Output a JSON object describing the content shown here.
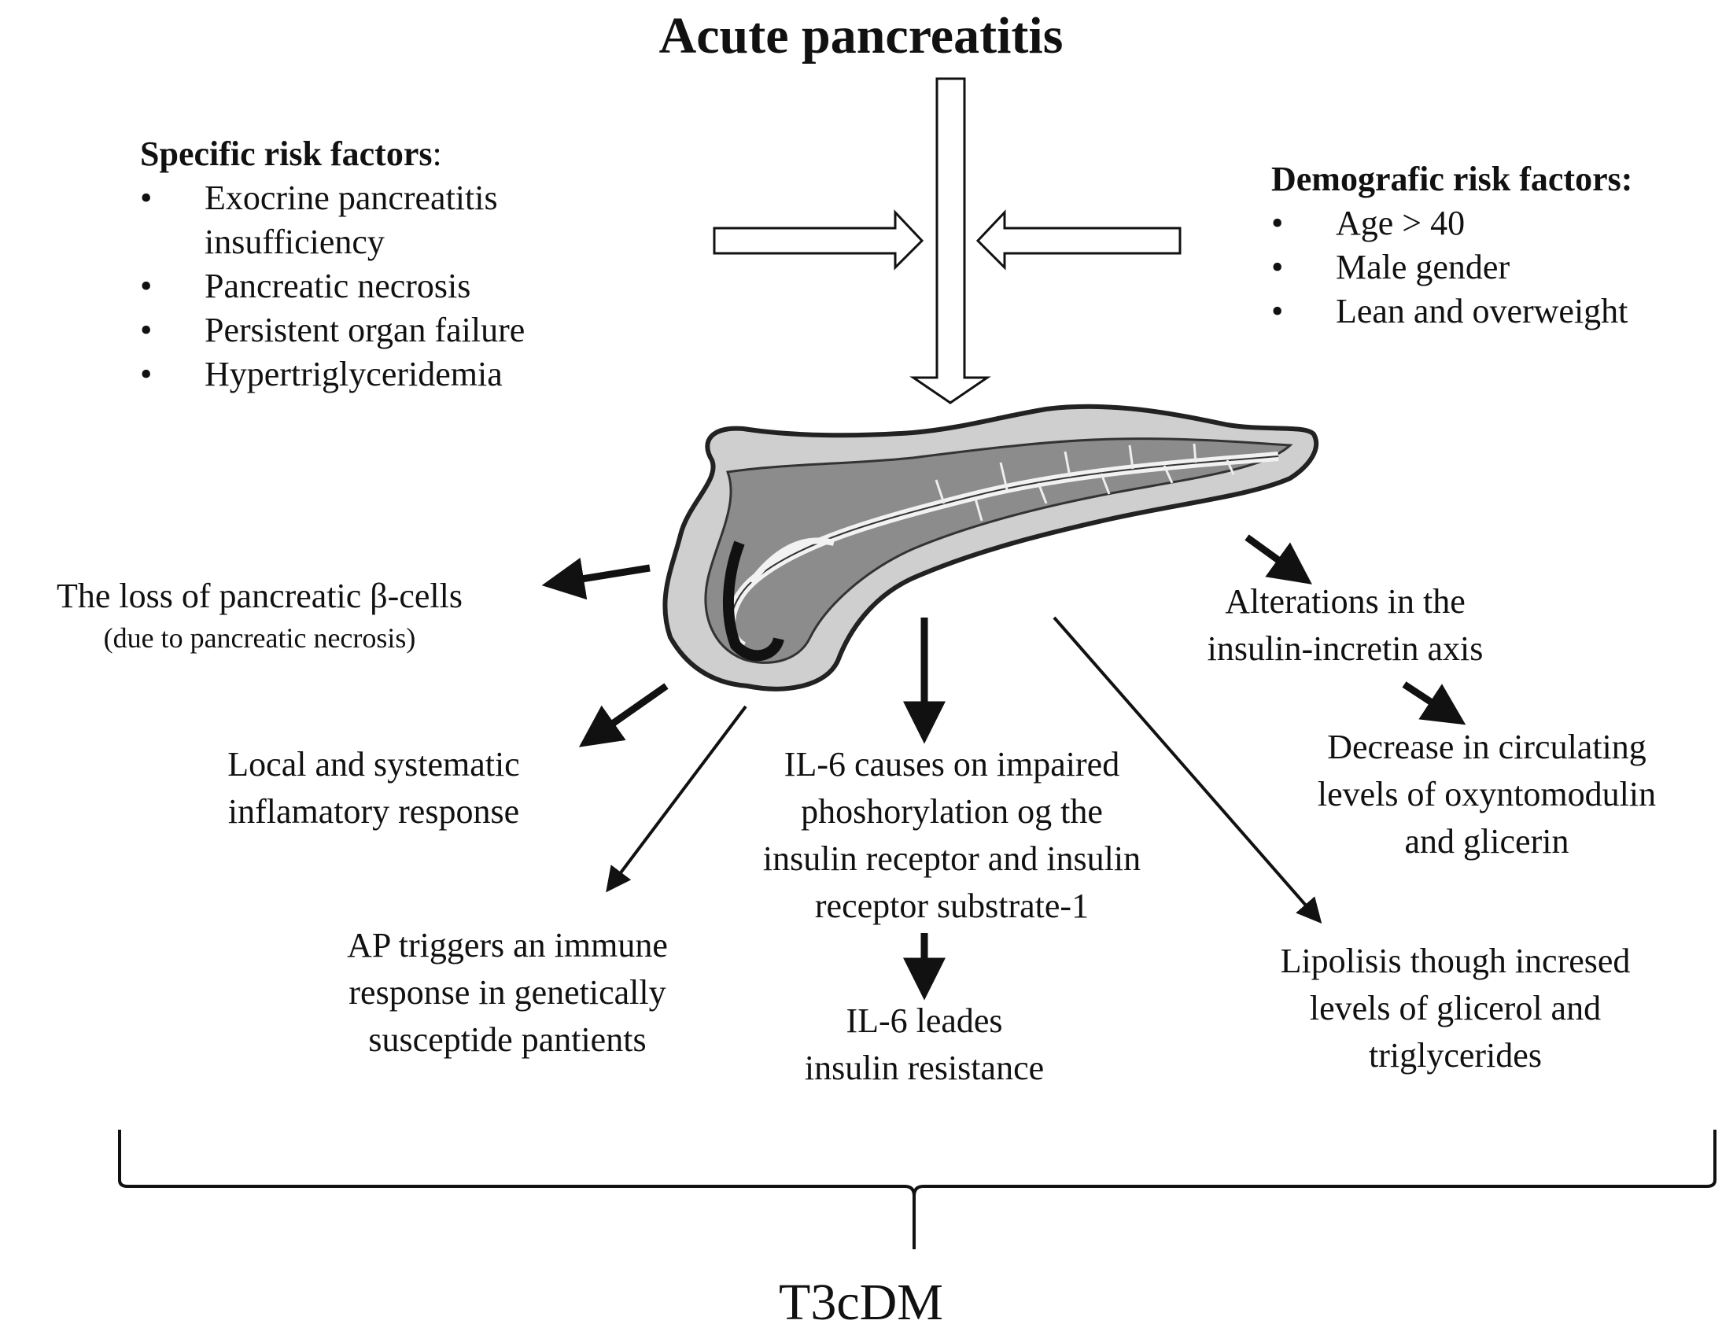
{
  "title": "Acute pancreatitis",
  "specific_risk": {
    "heading": "Specific risk factors",
    "colon": ":",
    "bullet": "•",
    "items": [
      "Exocrine pancreatitis insufficiency",
      "Pancreatic necrosis",
      "Persistent organ failure",
      "Hypertriglyceridemia"
    ]
  },
  "demographic_risk": {
    "heading": "Demografic risk factors:",
    "bullet": "•",
    "items": [
      "Age > 40",
      "Male gender",
      "Lean and overweight"
    ]
  },
  "consequences": {
    "beta_cells": "The loss of pancreatic β-cells",
    "beta_cells_note": "(due to pancreatic necrosis)",
    "inflammatory_l1": "Local and systematic",
    "inflammatory_l2": "inflamatory response",
    "immune_l1": "AP triggers an immune",
    "immune_l2": "response in genetically",
    "immune_l3": "susceptide pantients",
    "il6_l1": "IL-6 causes on impaired",
    "il6_l2": "phoshorylation og the",
    "il6_l3": "insulin receptor and insulin",
    "il6_l4": "receptor substrate-1",
    "il6_result_l1": "IL-6 leades",
    "il6_result_l2": "insulin resistance",
    "incretin_l1": "Alterations in the",
    "incretin_l2": "insulin-incretin axis",
    "oxyntomodulin_l1": "Decrease in circulating",
    "oxyntomodulin_l2": "levels of oxyntomodulin",
    "oxyntomodulin_l3": "and glicerin",
    "lipolysis_l1": "Lipolisis though incresed",
    "lipolysis_l2": "levels of glicerol and",
    "lipolysis_l3": "triglycerides"
  },
  "outcome": "T3cDM"
}
